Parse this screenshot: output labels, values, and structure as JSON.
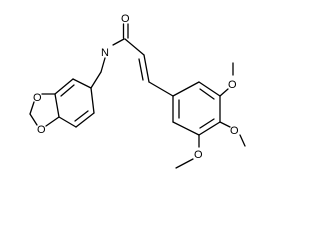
{
  "molecule": {
    "atom_labels": {
      "carbonyl_o": "O",
      "amide_n": "N",
      "ring_o_top": "O",
      "ring_o_bottom": "O",
      "methoxy_o_1": "O",
      "methoxy_o_2": "O",
      "methoxy_o_3": "O"
    }
  },
  "colors": {
    "bond": "#000000",
    "label": "#000000",
    "background": "#ffffff"
  }
}
